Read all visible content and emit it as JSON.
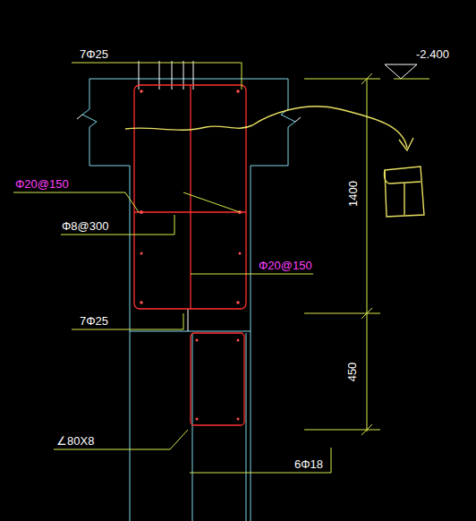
{
  "diagram": {
    "labels": [
      "7Φ25",
      "-2.400",
      "1400",
      "Φ20@150",
      "Φ8@300",
      "Φ20@150",
      "7Φ25",
      "450",
      "∠80X8",
      "6Φ18"
    ]
  }
}
